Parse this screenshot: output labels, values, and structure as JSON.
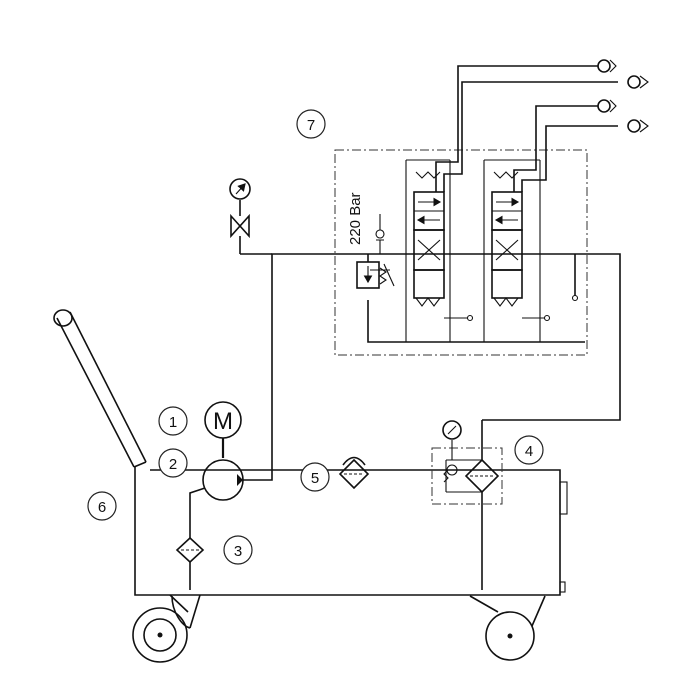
{
  "callouts": [
    "1",
    "2",
    "3",
    "4",
    "5",
    "6",
    "7"
  ],
  "valve_block": {
    "pressure_label": "220 Bar"
  },
  "motor": {
    "symbol": "M"
  },
  "colors": {
    "line": "#111111",
    "background": "#ffffff"
  }
}
